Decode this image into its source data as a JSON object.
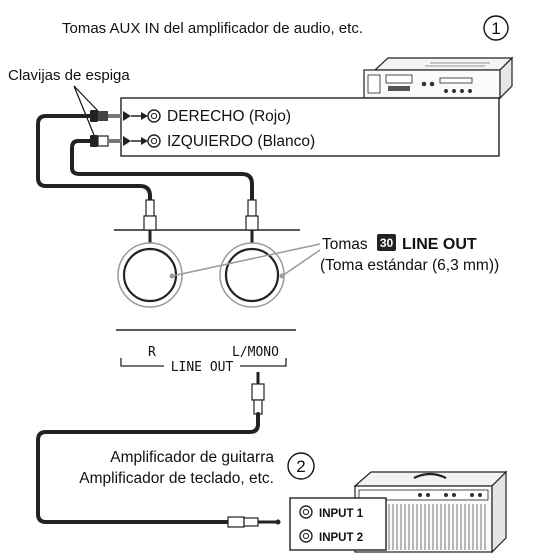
{
  "top_section": {
    "title": "Tomas AUX IN del amplificador de audio, etc.",
    "number": "1",
    "plugs_label": "Clavijas de espiga",
    "right_label": "DERECHO (Rojo)",
    "left_label": "IZQUIERDO (Blanco)"
  },
  "middle_section": {
    "jacks_prefix": "Tomas",
    "jack_badge": "30",
    "jacks_name": "LINE OUT",
    "jacks_note": "(Toma estándar (6,3 mm))",
    "panel_r": "R",
    "panel_lmono": "L/MONO",
    "panel_lineout": "LINE OUT"
  },
  "bottom_section": {
    "amp_line1": "Amplificador de guitarra",
    "amp_line2": "Amplificador de teclado, etc.",
    "number": "2",
    "input1": "INPUT 1",
    "input2": "INPUT 2"
  }
}
